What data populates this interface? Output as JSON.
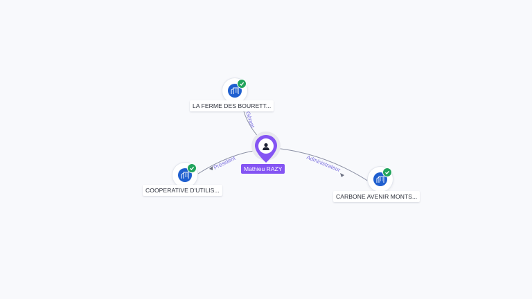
{
  "center": {
    "label": "Mathieu RAZY",
    "icon": "person-icon",
    "color": "#8454f3"
  },
  "companies": [
    {
      "id": "ferme",
      "label": "LA FERME DES BOURETT...",
      "icon": "building-icon",
      "verified": true,
      "role": "Gérant"
    },
    {
      "id": "coop",
      "label": "COOPERATIVE D'UTILIS...",
      "icon": "building-icon",
      "verified": true,
      "role": "Président"
    },
    {
      "id": "carbone",
      "label": "CARBONE AVENIR MONTS...",
      "icon": "building-icon",
      "verified": true,
      "role": "Administrateur"
    }
  ],
  "colors": {
    "company": "#1f5fcf",
    "verified": "#22a45d",
    "edge_label": "#7b6fe0",
    "background": "#f8f9fc"
  }
}
